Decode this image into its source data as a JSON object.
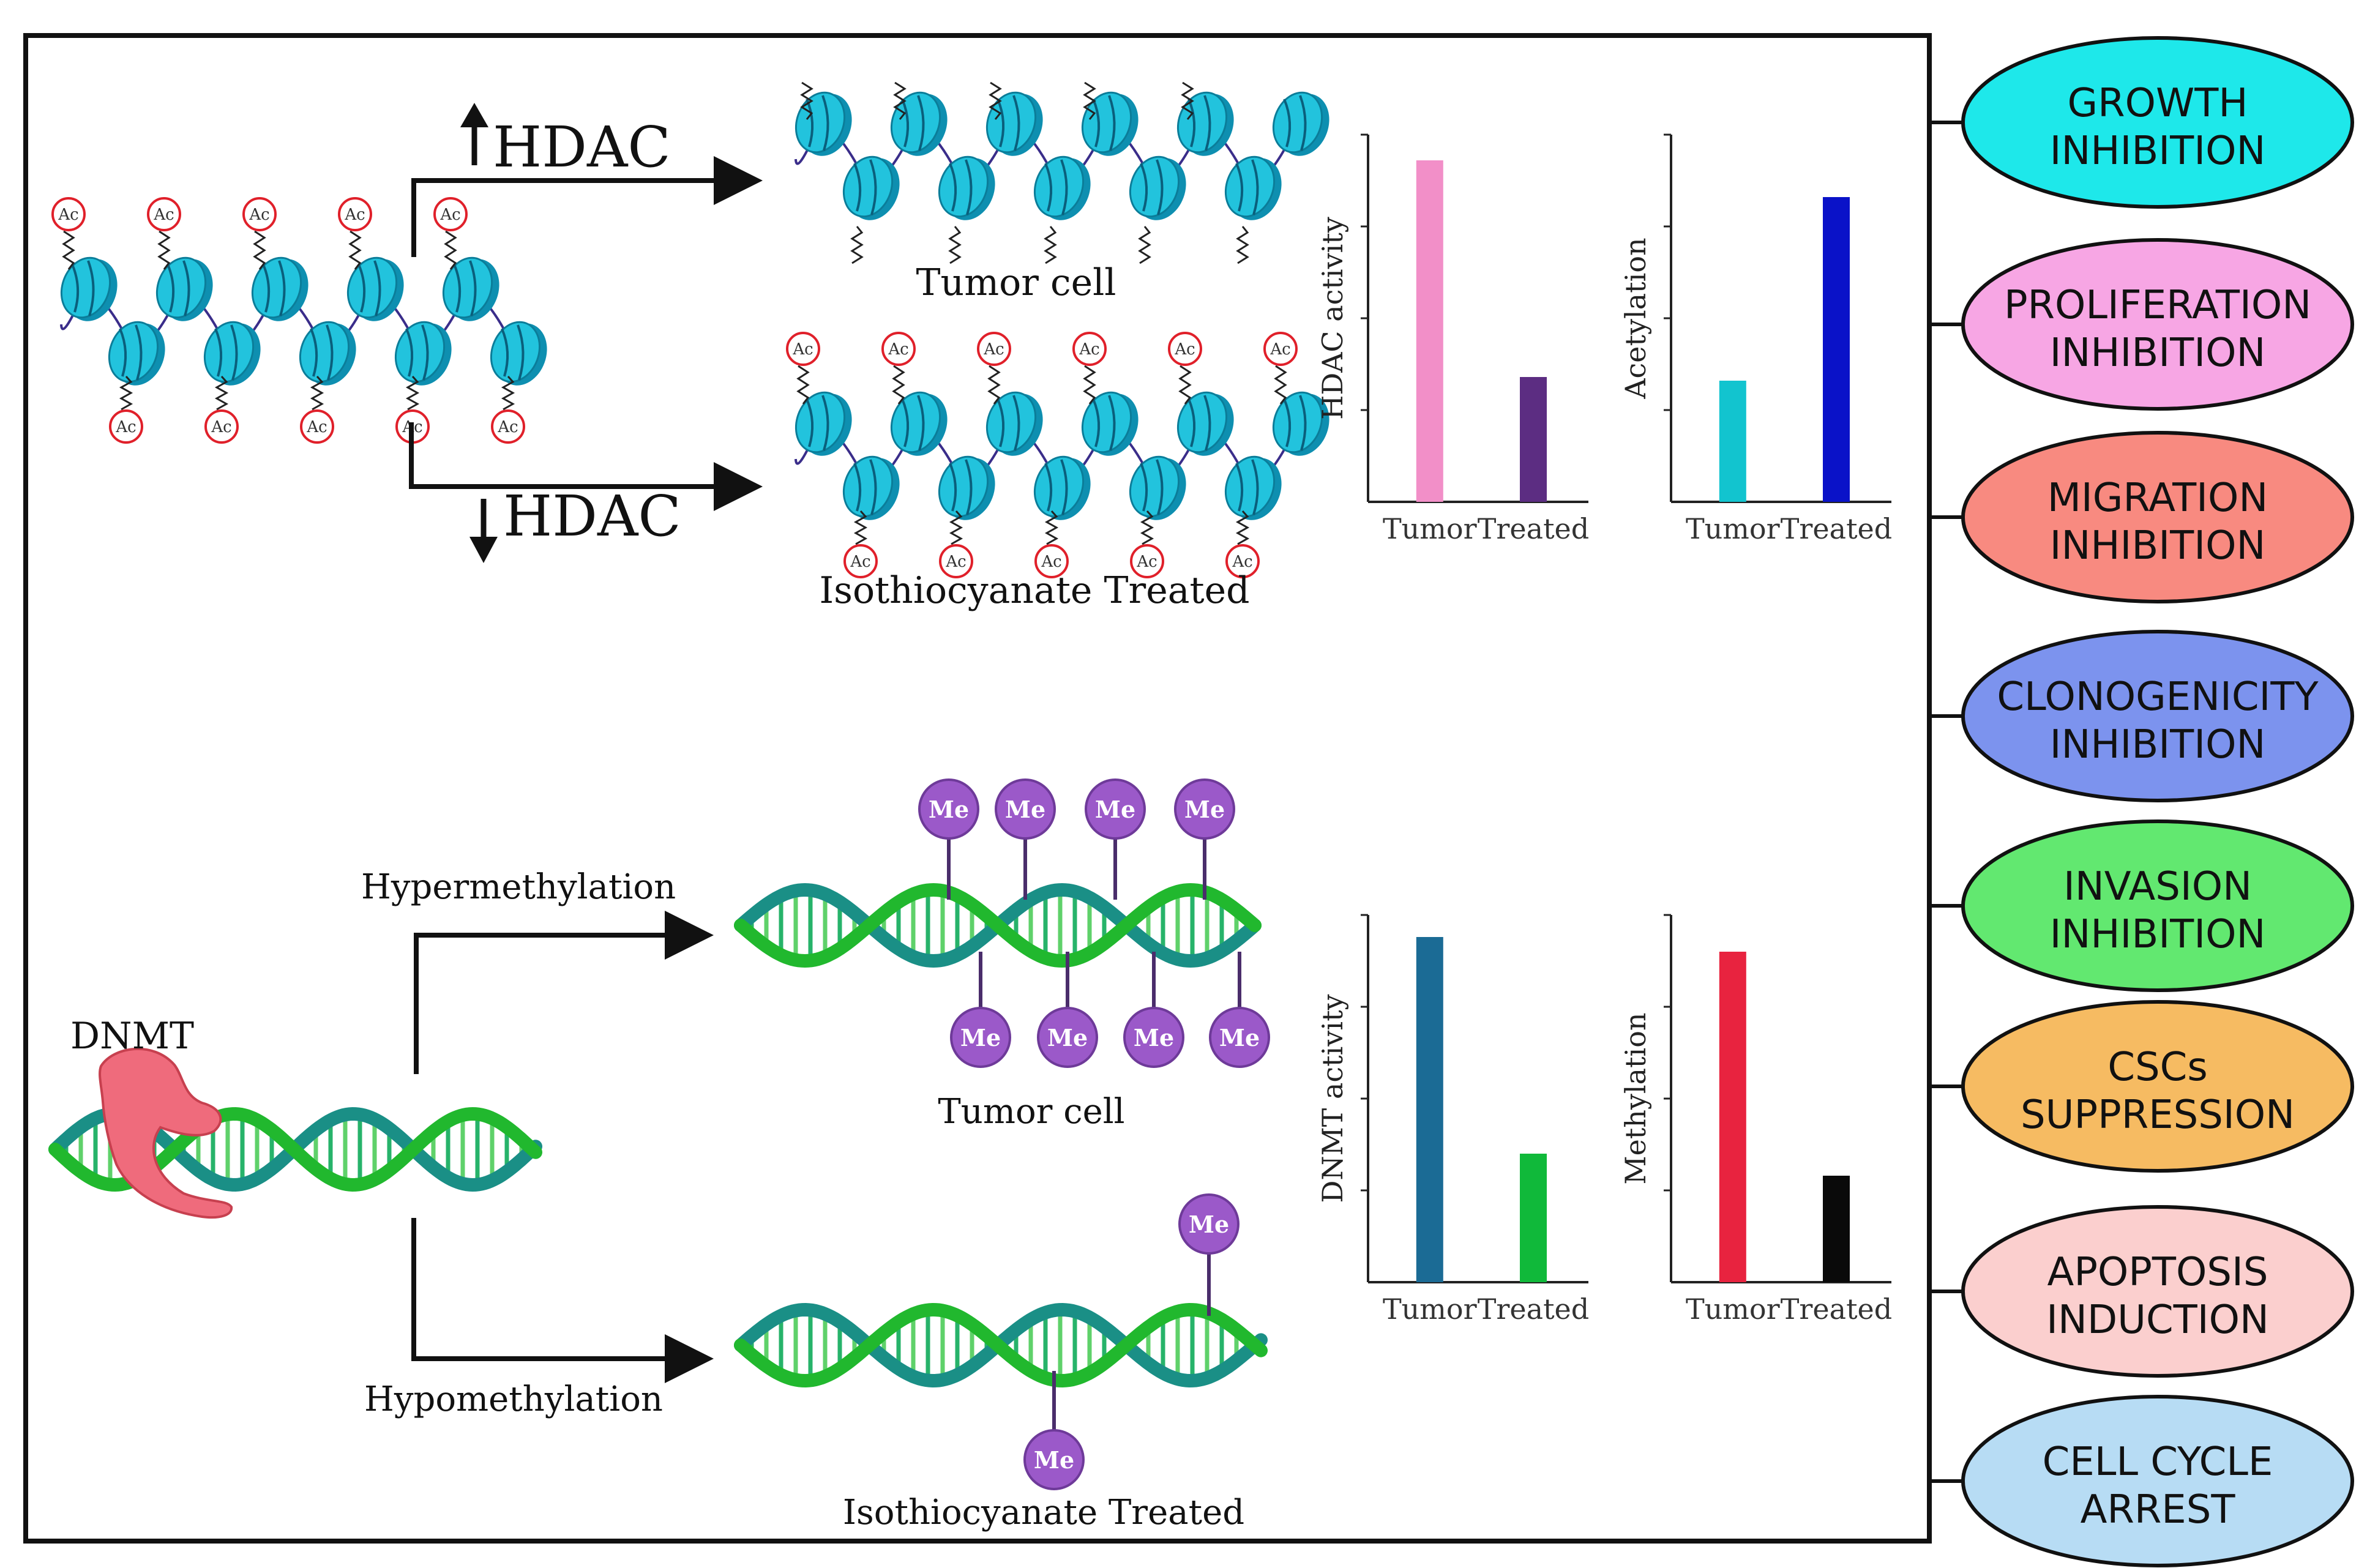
{
  "acetylation": {
    "hdac_up_label": "HDAC",
    "hdac_down_label": "HDAC",
    "ac_tag": "Ac",
    "tumor_label": "Tumor cell",
    "treated_label": "Isothiocyanate Treated"
  },
  "methylation": {
    "dnmt_label": "DNMT",
    "hyper_label": "Hypermethylation",
    "hypo_label": "Hypomethylation",
    "me_tag": "Me",
    "tumor_label": "Tumor cell",
    "treated_label": "Isothiocyanate Treated"
  },
  "chart_data": [
    {
      "type": "bar",
      "categories": [
        "Tumor",
        "Treated"
      ],
      "values": [
        0.93,
        0.34
      ],
      "ylabel": "HDAC activity",
      "ylim": [
        0,
        1
      ],
      "colors": [
        "#f28fc8",
        "#5c2d82"
      ]
    },
    {
      "type": "bar",
      "categories": [
        "Tumor",
        "Treated"
      ],
      "values": [
        0.33,
        0.83
      ],
      "ylabel": "Acetylation",
      "ylim": [
        0,
        1
      ],
      "colors": [
        "#12c4cf",
        "#0a12c8"
      ]
    },
    {
      "type": "bar",
      "categories": [
        "Tumor",
        "Treated"
      ],
      "values": [
        0.94,
        0.35
      ],
      "ylabel": "DNMT activity",
      "ylim": [
        0,
        1
      ],
      "colors": [
        "#1b6b95",
        "#10b93a"
      ]
    },
    {
      "type": "bar",
      "categories": [
        "Tumor",
        "Treated"
      ],
      "values": [
        0.9,
        0.29
      ],
      "ylabel": "Methylation",
      "ylim": [
        0,
        1
      ],
      "colors": [
        "#e8233f",
        "#0a0a0a"
      ]
    }
  ],
  "outcomes": [
    {
      "line1": "GROWTH",
      "line2": "INHIBITION",
      "color": "#1ee8ea"
    },
    {
      "line1": "PROLIFERATION",
      "line2": "INHIBITION",
      "color": "#f7a6e4"
    },
    {
      "line1": "MIGRATION",
      "line2": "INHIBITION",
      "color": "#f88a80"
    },
    {
      "line1": "CLONOGENICITY",
      "line2": "INHIBITION",
      "color": "#7c93ee"
    },
    {
      "line1": "INVASION",
      "line2": "INHIBITION",
      "color": "#62e870"
    },
    {
      "line1": "CSCs",
      "line2": "SUPPRESSION",
      "color": "#f6bb62"
    },
    {
      "line1": "APOPTOSIS",
      "line2": "INDUCTION",
      "color": "#fbcfce"
    },
    {
      "line1": "CELL CYCLE",
      "line2": "ARREST",
      "color": "#b7dcf4"
    }
  ]
}
